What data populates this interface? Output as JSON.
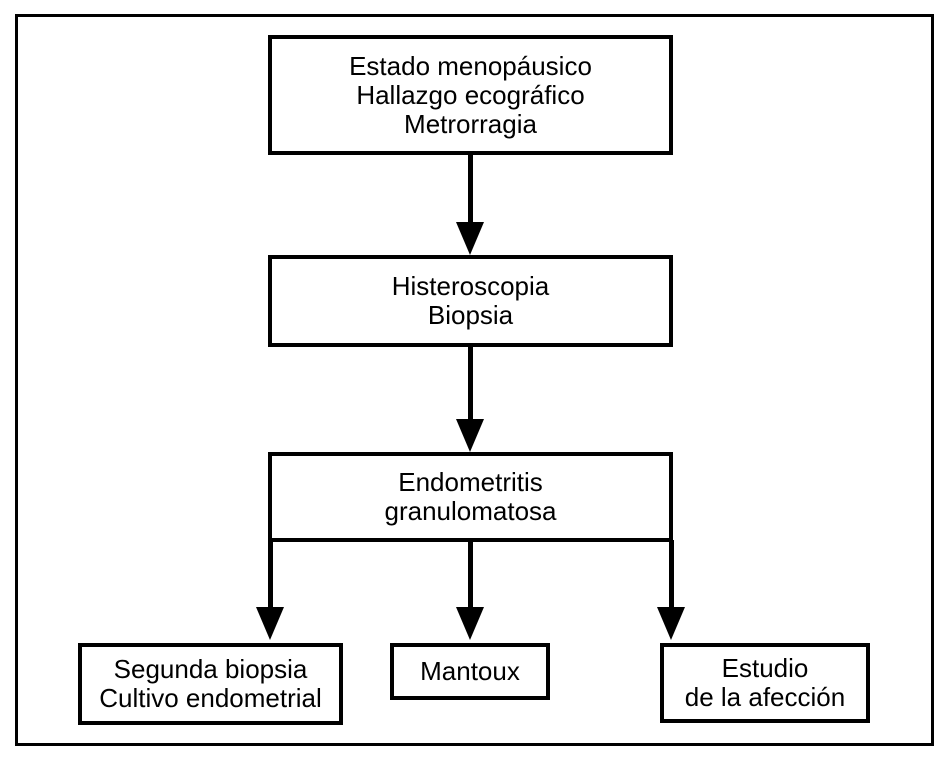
{
  "diagram": {
    "type": "flowchart",
    "language": "es",
    "colors": {
      "line": "#000000",
      "text": "#000000",
      "background": "#ffffff"
    },
    "nodes": [
      {
        "id": "estado",
        "lines": [
          "Estado menopáusico",
          "Hallazgo ecográfico",
          "Metrorragia"
        ]
      },
      {
        "id": "histeroscopia",
        "lines": [
          "Histeroscopia",
          "Biopsia"
        ]
      },
      {
        "id": "endometritis",
        "lines": [
          "Endometritis",
          "granulomatosa"
        ]
      },
      {
        "id": "segunda",
        "lines": [
          "Segunda biopsia",
          "Cultivo endometrial"
        ]
      },
      {
        "id": "mantoux",
        "lines": [
          "Mantoux"
        ]
      },
      {
        "id": "estudio",
        "lines": [
          "Estudio",
          "de la afección"
        ]
      }
    ],
    "edges": [
      {
        "from": "estado",
        "to": "histeroscopia"
      },
      {
        "from": "histeroscopia",
        "to": "endometritis"
      },
      {
        "from": "endometritis",
        "to": "segunda"
      },
      {
        "from": "endometritis",
        "to": "mantoux"
      },
      {
        "from": "endometritis",
        "to": "estudio"
      }
    ]
  }
}
